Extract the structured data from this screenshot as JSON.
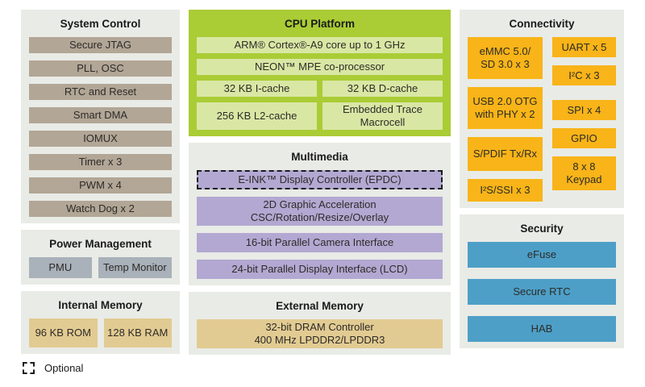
{
  "legend": {
    "label": "Optional"
  },
  "colors": {
    "panel_gray": "#e9ebe6",
    "cpu_green": "#aacc35",
    "cpu_item_green": "#d9e7a4",
    "system_tan": "#b2a696",
    "multimedia_purple": "#b3a8d2",
    "connectivity_orange": "#f8b418",
    "security_blue": "#4d9fc7",
    "power_steel": "#a9b1ba",
    "memory_sand": "#e2cb92"
  },
  "sections": {
    "system_control": {
      "title": "System Control",
      "items": [
        "Secure JTAG",
        "PLL, OSC",
        "RTC and Reset",
        "Smart DMA",
        "IOMUX",
        "Timer x 3",
        "PWM x 4",
        "Watch Dog x 2"
      ]
    },
    "power_management": {
      "title": "Power Management",
      "items": [
        "PMU",
        "Temp Monitor"
      ]
    },
    "internal_memory": {
      "title": "Internal Memory",
      "items": [
        "96 KB ROM",
        "128 KB RAM"
      ]
    },
    "cpu_platform": {
      "title": "CPU Platform",
      "items": [
        "ARM® Cortex®-A9 core up to 1 GHz",
        "NEON™ MPE co-processor",
        "32 KB I-cache",
        "32 KB D-cache",
        "256 KB L2-cache",
        "Embedded Trace\nMacrocell"
      ]
    },
    "multimedia": {
      "title": "Multimedia",
      "items": [
        "E-INK™ Display Controller (EPDC)",
        "2D Graphic Acceleration\nCSC/Rotation/Resize/Overlay",
        "16-bit Parallel Camera Interface",
        "24-bit Parallel Display Interface (LCD)"
      ],
      "optional_item": "E-INK™ Display Controller (EPDC)"
    },
    "external_memory": {
      "title": "External Memory",
      "items": [
        "32-bit DRAM Controller\n400 MHz LPDDR2/LPDDR3"
      ]
    },
    "connectivity": {
      "title": "Connectivity",
      "left_items": [
        "eMMC 5.0/\nSD 3.0 x 3",
        "USB 2.0 OTG\nwith PHY x 2",
        "S/PDIF Tx/Rx",
        "I²S/SSI x 3"
      ],
      "right_items": [
        "UART x 5",
        "I²C x 3",
        "SPI x 4",
        "GPIO",
        "8 x 8\nKeypad"
      ]
    },
    "security": {
      "title": "Security",
      "items": [
        "eFuse",
        "Secure RTC",
        "HAB"
      ]
    }
  }
}
